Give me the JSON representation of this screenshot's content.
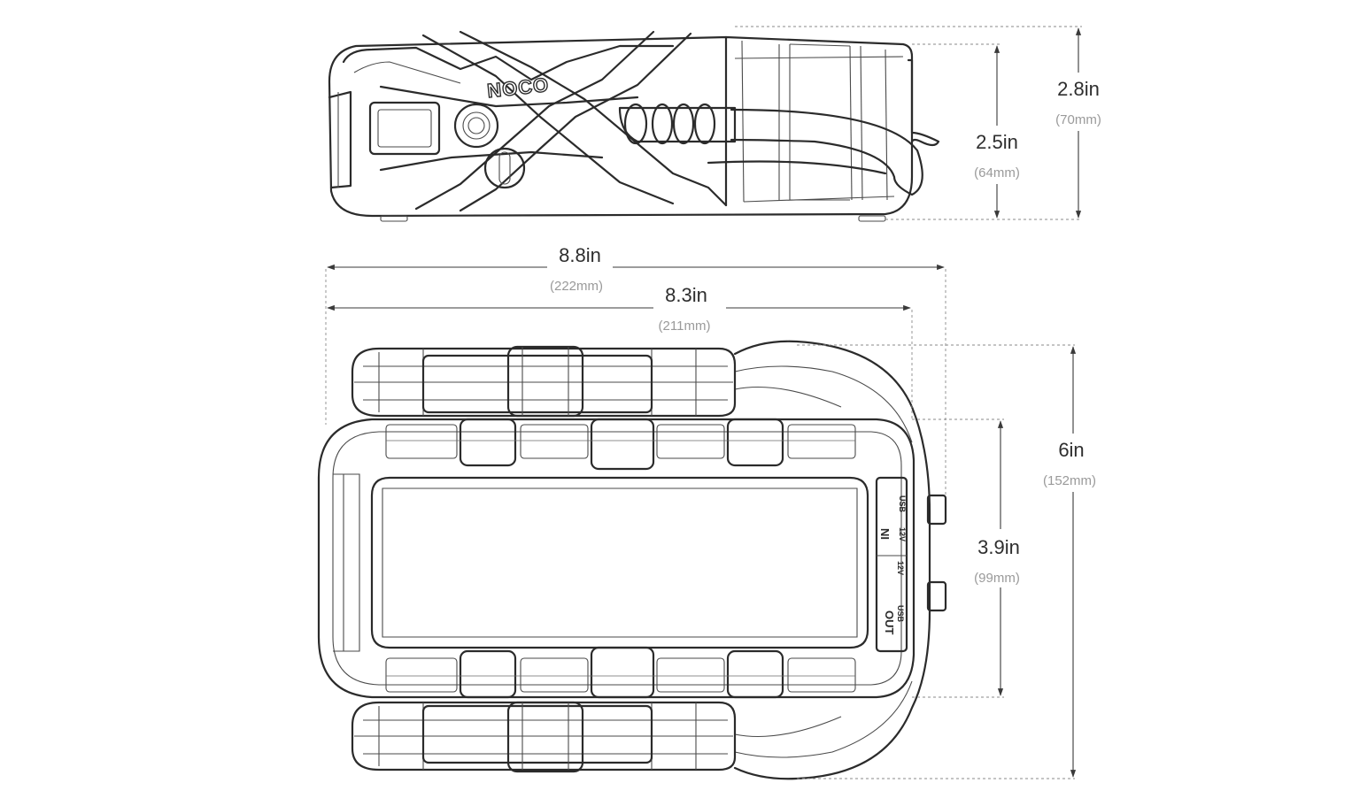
{
  "brand": "NOCO",
  "ports": {
    "in_label": "IN",
    "out_label": "OUT",
    "in_12v": "12V",
    "in_usb": "USB",
    "out_12v": "12V",
    "out_usb": "USB"
  },
  "dimensions": {
    "height_overall": {
      "imperial": "2.8in",
      "metric": "(70mm)"
    },
    "height_body": {
      "imperial": "2.5in",
      "metric": "(64mm)"
    },
    "length_overall": {
      "imperial": "8.8in",
      "metric": "(222mm)"
    },
    "length_body": {
      "imperial": "8.3in",
      "metric": "(211mm)"
    },
    "width_overall": {
      "imperial": "6in",
      "metric": "(152mm)"
    },
    "width_body": {
      "imperial": "3.9in",
      "metric": "(99mm)"
    }
  },
  "colors": {
    "line": "#2b2b2b",
    "dimension_text": "#2e2e2e",
    "metric_text": "#9a9a9a",
    "background": "#ffffff"
  }
}
